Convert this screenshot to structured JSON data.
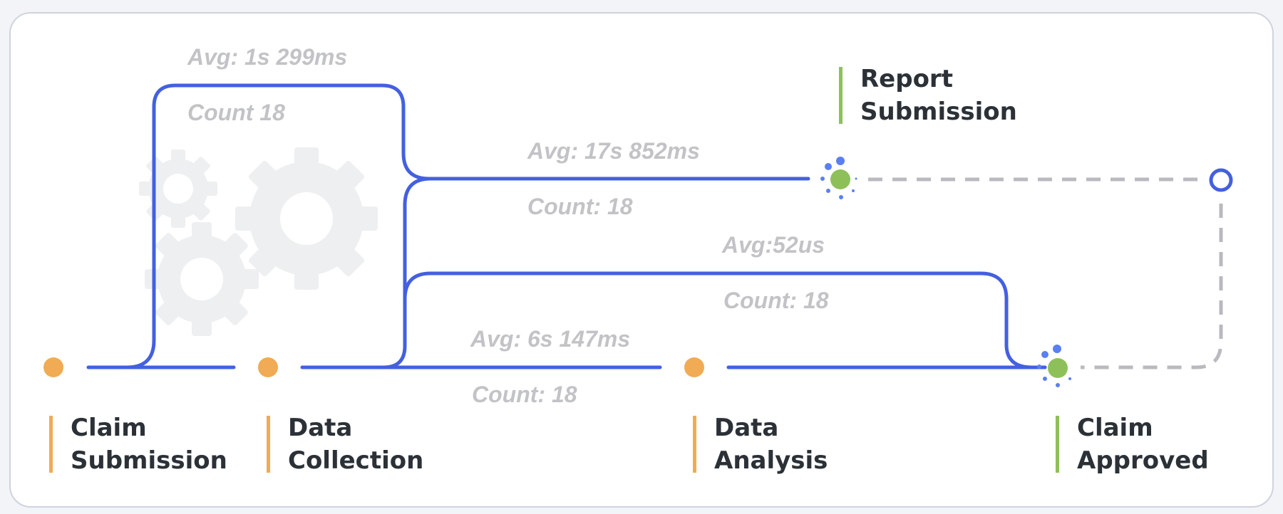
{
  "colors": {
    "flow_line": "#4460e0",
    "pending_stage": "#f0ab54",
    "done_stage": "#8ec05a",
    "dashed_line": "#b9babf",
    "metric_text": "#c2c3c6",
    "stage_text": "#2b3137"
  },
  "stages": {
    "claim_submission": {
      "line1": "Claim",
      "line2": "Submission",
      "status": "pending"
    },
    "data_collection": {
      "line1": "Data",
      "line2": "Collection",
      "status": "pending"
    },
    "data_analysis": {
      "line1": "Data",
      "line2": "Analysis",
      "status": "pending"
    },
    "claim_approved": {
      "line1": "Claim",
      "line2": "Approved",
      "status": "done"
    },
    "report_submission": {
      "line1": "Report",
      "line2": "Submission",
      "status": "done"
    }
  },
  "transitions": {
    "top_branch": {
      "avg": "Avg: 1s 299ms",
      "count": "Count 18"
    },
    "to_report": {
      "avg": "Avg: 17s 852ms",
      "count": "Count: 18"
    },
    "to_approved": {
      "avg": "Avg:52us",
      "count": "Count: 18"
    },
    "main_path": {
      "avg": "Avg: 6s 147ms",
      "count": "Count: 18"
    }
  },
  "icons": {
    "background": "gears-icon",
    "end_node": "open-circle-icon",
    "active_node": "sparkle-dot-icon"
  }
}
